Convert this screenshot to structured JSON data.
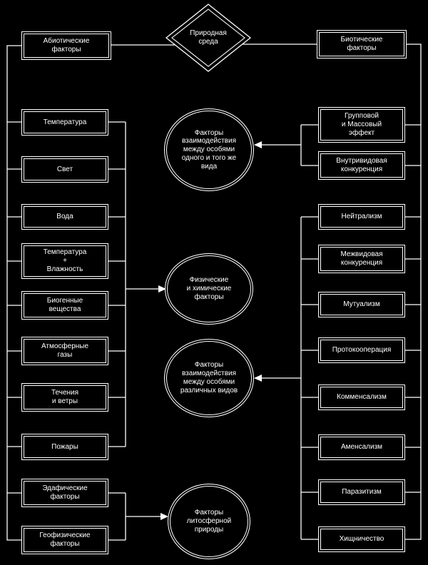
{
  "root_node": {
    "label": "Природная\nсреда"
  },
  "left_branch": {
    "header": "Абиотические\nфакторы",
    "items": [
      {
        "label": "Температура"
      },
      {
        "label": "Свет"
      },
      {
        "label": "Вода"
      },
      {
        "label": "Температура\n+\nВлажность"
      },
      {
        "label": "Биогенные\nвещества"
      },
      {
        "label": "Атмосферные\nгазы"
      },
      {
        "label": "Течения\nи ветры"
      },
      {
        "label": "Пожары"
      },
      {
        "label": "Эдафические\nфакторы"
      },
      {
        "label": "Геофизические\nфакторы"
      }
    ]
  },
  "right_branch": {
    "header": "Биотические\nфакторы",
    "items": [
      {
        "label": "Групповой\nи Массовый\nэффект"
      },
      {
        "label": "Внутривидовая\nконкуренция"
      },
      {
        "label": "Нейтрализм"
      },
      {
        "label": "Межвидовая\nконкуренция"
      },
      {
        "label": "Мутуализм"
      },
      {
        "label": "Протокооперация"
      },
      {
        "label": "Комменсализм"
      },
      {
        "label": "Аменсализм"
      },
      {
        "label": "Паразитизм"
      },
      {
        "label": "Хищничество"
      }
    ]
  },
  "group_nodes": [
    {
      "label": "Факторы\nвзаимодействия\nмежду особями\nодного и того же\nвида"
    },
    {
      "label": "Физические\nи химические\nфакторы"
    },
    {
      "label": "Факторы\nвзаимодействия\nмежду особями\nразличных видов"
    },
    {
      "label": "Факторы\nлитосферной\nприроды"
    }
  ],
  "colors": {
    "background": "#000000",
    "line": "#ffffff",
    "text": "#ffffff"
  }
}
